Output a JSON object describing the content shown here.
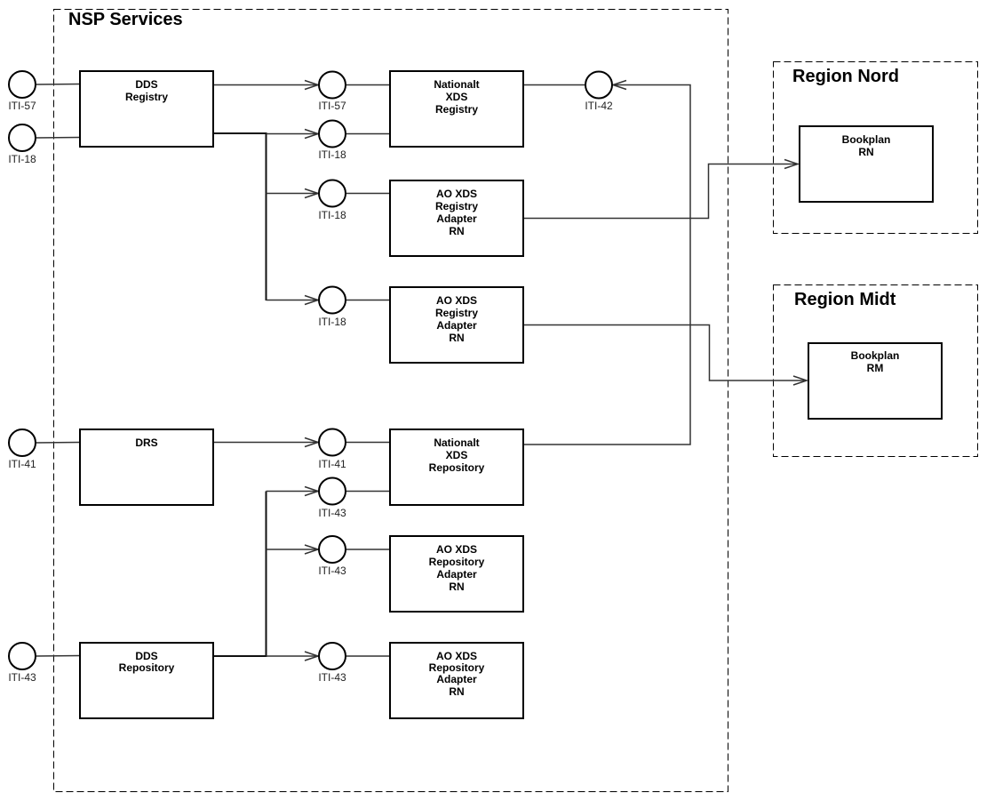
{
  "diagram": {
    "type": "component-diagram",
    "groups": [
      {
        "id": "nsp",
        "title": "NSP Services"
      },
      {
        "id": "nord",
        "title": "Region Nord"
      },
      {
        "id": "midt",
        "title": "Region Midt"
      }
    ],
    "components": [
      {
        "id": "dds-registry",
        "group": "nsp",
        "lines": [
          "DDS",
          "Registry"
        ]
      },
      {
        "id": "nationalt-xds-registry",
        "group": "nsp",
        "lines": [
          "Nationalt",
          "XDS",
          "Registry"
        ]
      },
      {
        "id": "ao-xds-registry-adapter-1",
        "group": "nsp",
        "lines": [
          "AO XDS",
          "Registry",
          "Adapter",
          "RN"
        ]
      },
      {
        "id": "ao-xds-registry-adapter-2",
        "group": "nsp",
        "lines": [
          "AO XDS",
          "Registry",
          "Adapter",
          "RN"
        ]
      },
      {
        "id": "drs",
        "group": "nsp",
        "lines": [
          "DRS"
        ]
      },
      {
        "id": "nationalt-xds-repository",
        "group": "nsp",
        "lines": [
          "Nationalt",
          "XDS",
          "Repository"
        ]
      },
      {
        "id": "ao-xds-repository-adapter-1",
        "group": "nsp",
        "lines": [
          "AO XDS",
          "Repository",
          "Adapter",
          "RN"
        ]
      },
      {
        "id": "dds-repository",
        "group": "nsp",
        "lines": [
          "DDS",
          "Repository"
        ]
      },
      {
        "id": "ao-xds-repository-adapter-2",
        "group": "nsp",
        "lines": [
          "AO XDS",
          "Repository",
          "Adapter",
          "RN"
        ]
      },
      {
        "id": "bookplan-rn",
        "group": "nord",
        "lines": [
          "Bookplan",
          "RN"
        ]
      },
      {
        "id": "bookplan-rm",
        "group": "midt",
        "lines": [
          "Bookplan",
          "RM"
        ]
      }
    ],
    "interfaces": [
      {
        "id": "ext-iti57",
        "label": "ITI-57",
        "provided_by": "dds-registry"
      },
      {
        "id": "ext-iti18",
        "label": "ITI-18",
        "provided_by": "dds-registry"
      },
      {
        "id": "nat-reg-iti57",
        "label": "ITI-57",
        "provided_by": "nationalt-xds-registry"
      },
      {
        "id": "nat-reg-iti18",
        "label": "ITI-18",
        "provided_by": "nationalt-xds-registry"
      },
      {
        "id": "nat-reg-iti42",
        "label": "ITI-42",
        "provided_by": "nationalt-xds-registry"
      },
      {
        "id": "ao-reg1-iti18",
        "label": "ITI-18",
        "provided_by": "ao-xds-registry-adapter-1"
      },
      {
        "id": "ao-reg2-iti18",
        "label": "ITI-18",
        "provided_by": "ao-xds-registry-adapter-2"
      },
      {
        "id": "ext-iti41",
        "label": "ITI-41",
        "provided_by": "drs"
      },
      {
        "id": "nat-repo-iti41",
        "label": "ITI-41",
        "provided_by": "nationalt-xds-repository"
      },
      {
        "id": "nat-repo-iti43",
        "label": "ITI-43",
        "provided_by": "nationalt-xds-repository"
      },
      {
        "id": "ao-repo1-iti43",
        "label": "ITI-43",
        "provided_by": "ao-xds-repository-adapter-1"
      },
      {
        "id": "ext-iti43",
        "label": "ITI-43",
        "provided_by": "dds-repository"
      },
      {
        "id": "ao-repo2-iti43",
        "label": "ITI-43",
        "provided_by": "ao-xds-repository-adapter-2"
      }
    ],
    "connections": [
      {
        "from": "dds-registry",
        "to": "nat-reg-iti57"
      },
      {
        "from": "dds-registry",
        "to": "nat-reg-iti18"
      },
      {
        "from": "dds-registry",
        "to": "ao-reg1-iti18"
      },
      {
        "from": "dds-registry",
        "to": "ao-reg2-iti18"
      },
      {
        "from": "nationalt-xds-repository",
        "to": "nat-reg-iti42"
      },
      {
        "from": "ao-xds-registry-adapter-1",
        "to": "bookplan-rn"
      },
      {
        "from": "ao-xds-registry-adapter-2",
        "to": "bookplan-rm"
      },
      {
        "from": "drs",
        "to": "nat-repo-iti41"
      },
      {
        "from": "dds-repository",
        "to": "nat-repo-iti43"
      },
      {
        "from": "dds-repository",
        "to": "ao-repo1-iti43"
      },
      {
        "from": "dds-repository",
        "to": "ao-repo2-iti43"
      }
    ]
  }
}
